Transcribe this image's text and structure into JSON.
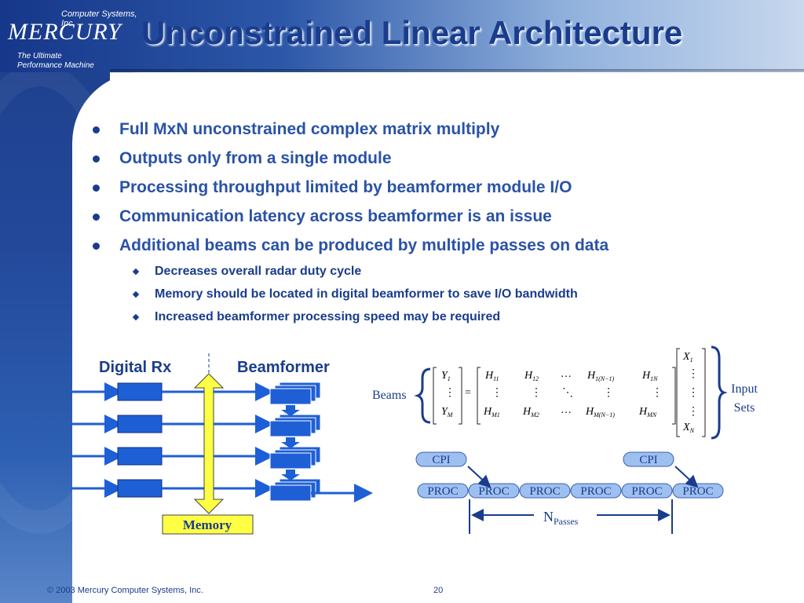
{
  "logo": {
    "company": "Computer Systems, Inc.",
    "brand": "MERCURY",
    "tagline_line1": "The Ultimate",
    "tagline_line2": "Performance Machine"
  },
  "slide": {
    "title": "Unconstrained Linear Architecture"
  },
  "bullets": [
    "Full MxN unconstrained complex matrix multiply",
    "Outputs only from a single module",
    "Processing throughput limited by beamformer module I/O",
    "Communication latency across beamformer is an issue",
    "Additional beams can be produced by multiple passes on data"
  ],
  "sub_bullets": [
    "Decreases overall radar duty cycle",
    "Memory should be located in digital beamformer to save I/O bandwidth",
    "Increased beamformer processing speed may be required"
  ],
  "architecture_diagram": {
    "left_label": "Digital Rx",
    "right_label": "Beamformer",
    "memory_label": "Memory"
  },
  "matrix_diagram": {
    "beams_label": "Beams",
    "input_label_line1": "Input",
    "input_label_line2": "Sets",
    "y_top": "Y",
    "y_top_sub": "1",
    "y_bottom": "Y",
    "y_bottom_sub": "M",
    "vdots": "⋮",
    "hdots": "…",
    "ddots": "⋱",
    "equals": "=",
    "h": "H",
    "h11_sub": "11",
    "h12_sub": "12",
    "h1n1_sub": "1(N−1)",
    "h1n_sub": "1N",
    "hm1_sub": "M1",
    "hm2_sub": "M2",
    "hmn1_sub": "M(N−1)",
    "hmn_sub": "MN",
    "x": "X",
    "x_top_sub": "1",
    "x_bottom_sub": "N"
  },
  "timeline": {
    "cpi_label": "CPI",
    "proc_labels": [
      "PROC",
      "PROC",
      "PROC",
      "PROC",
      "PROC",
      "PROC"
    ],
    "npasses_main": "N",
    "npasses_sub": "Passes"
  },
  "footer": {
    "copyright": "© 2003 Mercury Computer Systems, Inc.",
    "page_number": "20"
  },
  "colors": {
    "title": "#1a3c8c",
    "bullet_text": "#2a52a6",
    "box_blue": "#1e5fd6",
    "memory_yellow": "#ffff44",
    "timeline_box": "#9ec0f0"
  }
}
